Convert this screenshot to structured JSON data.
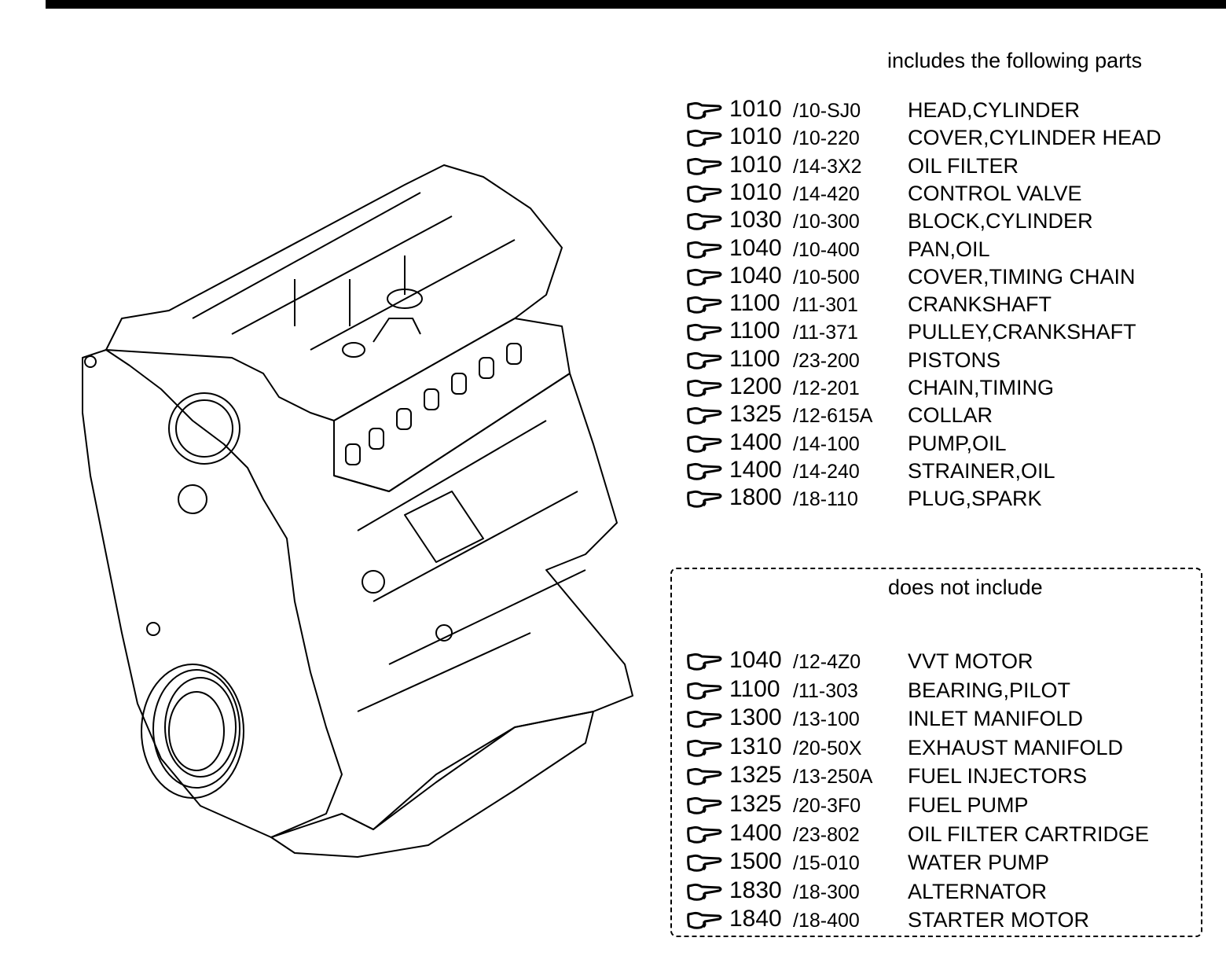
{
  "includes": {
    "heading": "includes the following parts",
    "items": [
      {
        "ref": "1010",
        "code": "/10-SJ0",
        "name": "HEAD,CYLINDER"
      },
      {
        "ref": "1010",
        "code": "/10-220",
        "name": "COVER,CYLINDER HEAD"
      },
      {
        "ref": "1010",
        "code": "/14-3X2",
        "name": "OIL FILTER"
      },
      {
        "ref": "1010",
        "code": "/14-420",
        "name": "CONTROL VALVE"
      },
      {
        "ref": "1030",
        "code": "/10-300",
        "name": "BLOCK,CYLINDER"
      },
      {
        "ref": "1040",
        "code": "/10-400",
        "name": "PAN,OIL"
      },
      {
        "ref": "1040",
        "code": "/10-500",
        "name": "COVER,TIMING CHAIN"
      },
      {
        "ref": "1100",
        "code": "/11-301",
        "name": "CRANKSHAFT"
      },
      {
        "ref": "1100",
        "code": "/11-371",
        "name": "PULLEY,CRANKSHAFT"
      },
      {
        "ref": "1100",
        "code": "/23-200",
        "name": "PISTONS"
      },
      {
        "ref": "1200",
        "code": "/12-201",
        "name": "CHAIN,TIMING"
      },
      {
        "ref": "1325",
        "code": "/12-615A",
        "name": "COLLAR"
      },
      {
        "ref": "1400",
        "code": "/14-100",
        "name": "PUMP,OIL"
      },
      {
        "ref": "1400",
        "code": "/14-240",
        "name": "STRAINER,OIL"
      },
      {
        "ref": "1800",
        "code": "/18-110",
        "name": "PLUG,SPARK"
      }
    ]
  },
  "excludes": {
    "heading": "does not include",
    "items": [
      {
        "ref": "1040",
        "code": "/12-4Z0",
        "name": "VVT MOTOR"
      },
      {
        "ref": "1100",
        "code": "/11-303",
        "name": "BEARING,PILOT"
      },
      {
        "ref": "1300",
        "code": "/13-100",
        "name": "INLET MANIFOLD"
      },
      {
        "ref": "1310",
        "code": "/20-50X",
        "name": "EXHAUST MANIFOLD"
      },
      {
        "ref": "1325",
        "code": "/13-250A",
        "name": "FUEL INJECTORS"
      },
      {
        "ref": "1325",
        "code": "/20-3F0",
        "name": "FUEL PUMP"
      },
      {
        "ref": "1400",
        "code": "/23-802",
        "name": "OIL FILTER CARTRIDGE"
      },
      {
        "ref": "1500",
        "code": "/15-010",
        "name": "WATER PUMP"
      },
      {
        "ref": "1830",
        "code": "/18-300",
        "name": "ALTERNATOR"
      },
      {
        "ref": "1840",
        "code": "/18-400",
        "name": "STARTER MOTOR"
      }
    ]
  },
  "icons": {
    "reference": "pointing-hand-icon"
  }
}
